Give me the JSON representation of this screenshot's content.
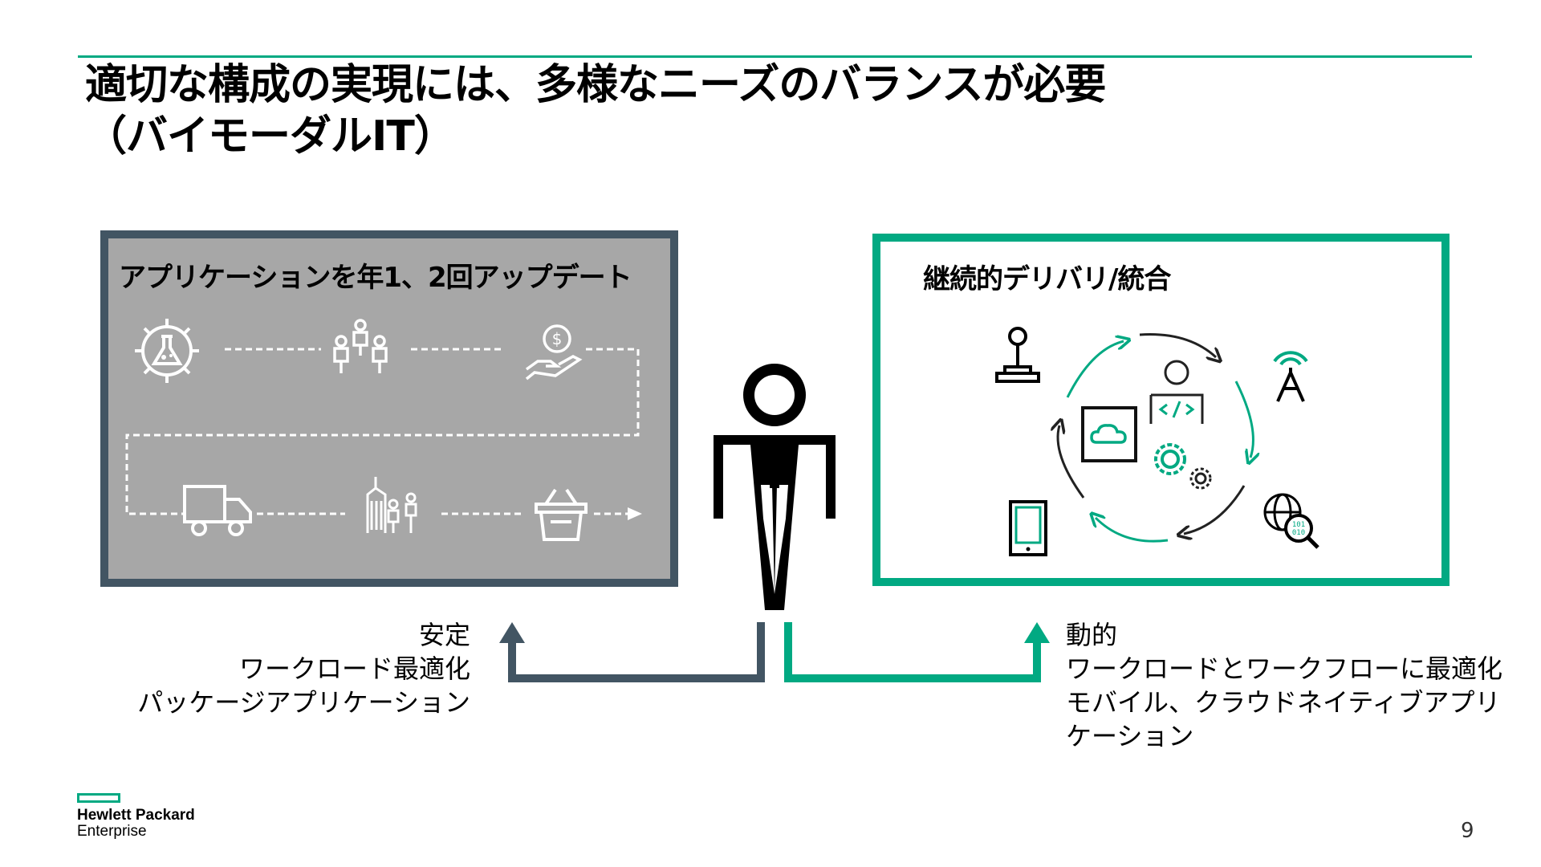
{
  "title": {
    "line1": "適切な構成の実現には、多様なニーズのバランスが必要",
    "line2": "（バイモーダルIT）"
  },
  "left_panel": {
    "title": "アプリケーションを年1、2回アップデート",
    "icons": [
      "lab-flask-gear-icon",
      "team-people-icon",
      "hand-coin-icon",
      "delivery-truck-icon",
      "city-people-icon",
      "shopping-basket-icon"
    ]
  },
  "right_panel": {
    "title": "継続的デリバリ/統合",
    "icons": [
      "joystick-icon",
      "developer-code-icon",
      "cloud-screen-icon",
      "gears-icon",
      "antenna-icon",
      "tablet-icon",
      "globe-data-search-icon"
    ]
  },
  "left_caption": {
    "line1": "安定",
    "line2": "ワークロード最適化",
    "line3": "パッケージアプリケーション"
  },
  "right_caption": {
    "line1": "動的",
    "line2": "ワークロードとワークフローに最適化",
    "line3": "モバイル、クラウドネイティブアプリ",
    "line4": "ケーション"
  },
  "logo": {
    "line1": "Hewlett Packard",
    "line2": "Enterprise"
  },
  "page_number": "9",
  "colors": {
    "accent_green": "#01a982",
    "slate": "#425563",
    "panel_gray": "#a7a7a7"
  }
}
